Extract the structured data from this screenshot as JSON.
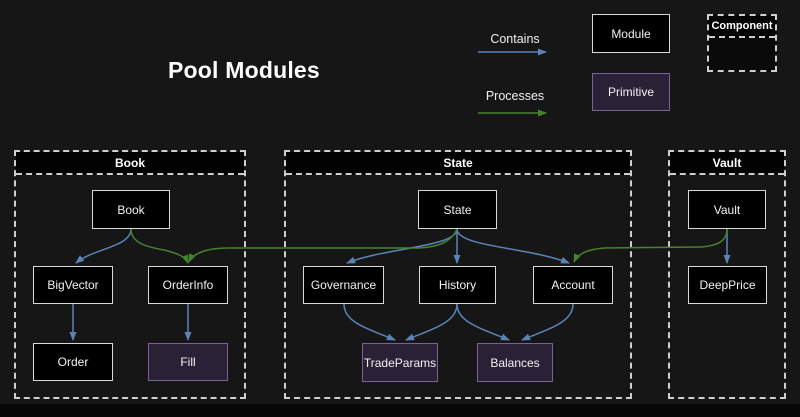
{
  "title": "Pool Modules",
  "legend": {
    "contains": "Contains",
    "processes": "Processes",
    "module": "Module",
    "primitive": "Primitive",
    "component": "Component"
  },
  "colors": {
    "background": "#161616",
    "contains_arrow_blue": "#5b83b8",
    "processes_arrow_green": "#478230",
    "module_fill": "#000000",
    "module_border": "#d9d9d9",
    "primitive_fill": "#2b2136",
    "primitive_border": "#7a6294",
    "component_border": "#cfcfcf",
    "text": "#f2f2f2"
  },
  "containers": [
    {
      "title": "Book",
      "nodes": [
        {
          "label": "Book",
          "type": "module"
        },
        {
          "label": "BigVector",
          "type": "module"
        },
        {
          "label": "OrderInfo",
          "type": "module"
        },
        {
          "label": "Order",
          "type": "module"
        },
        {
          "label": "Fill",
          "type": "primitive"
        }
      ]
    },
    {
      "title": "State",
      "nodes": [
        {
          "label": "State",
          "type": "module"
        },
        {
          "label": "Governance",
          "type": "module"
        },
        {
          "label": "History",
          "type": "module"
        },
        {
          "label": "Account",
          "type": "module"
        },
        {
          "label": "TradeParams",
          "type": "primitive"
        },
        {
          "label": "Balances",
          "type": "primitive"
        }
      ]
    },
    {
      "title": "Vault",
      "nodes": [
        {
          "label": "Vault",
          "type": "module"
        },
        {
          "label": "DeepPrice",
          "type": "module"
        }
      ]
    }
  ],
  "edges": {
    "contains": [
      {
        "from": "Book",
        "to": "BigVector"
      },
      {
        "from": "BigVector",
        "to": "Order"
      },
      {
        "from": "OrderInfo",
        "to": "Fill"
      },
      {
        "from": "State",
        "to": "Governance"
      },
      {
        "from": "State",
        "to": "History"
      },
      {
        "from": "State",
        "to": "Account"
      },
      {
        "from": "Governance",
        "to": "TradeParams"
      },
      {
        "from": "History",
        "to": "TradeParams"
      },
      {
        "from": "History",
        "to": "Balances"
      },
      {
        "from": "Account",
        "to": "Balances"
      },
      {
        "from": "Vault",
        "to": "DeepPrice"
      }
    ],
    "processes": [
      {
        "from": "Book",
        "to": "OrderInfo"
      },
      {
        "from": "State",
        "to": "OrderInfo"
      },
      {
        "from": "Vault",
        "to": "Account"
      }
    ]
  }
}
